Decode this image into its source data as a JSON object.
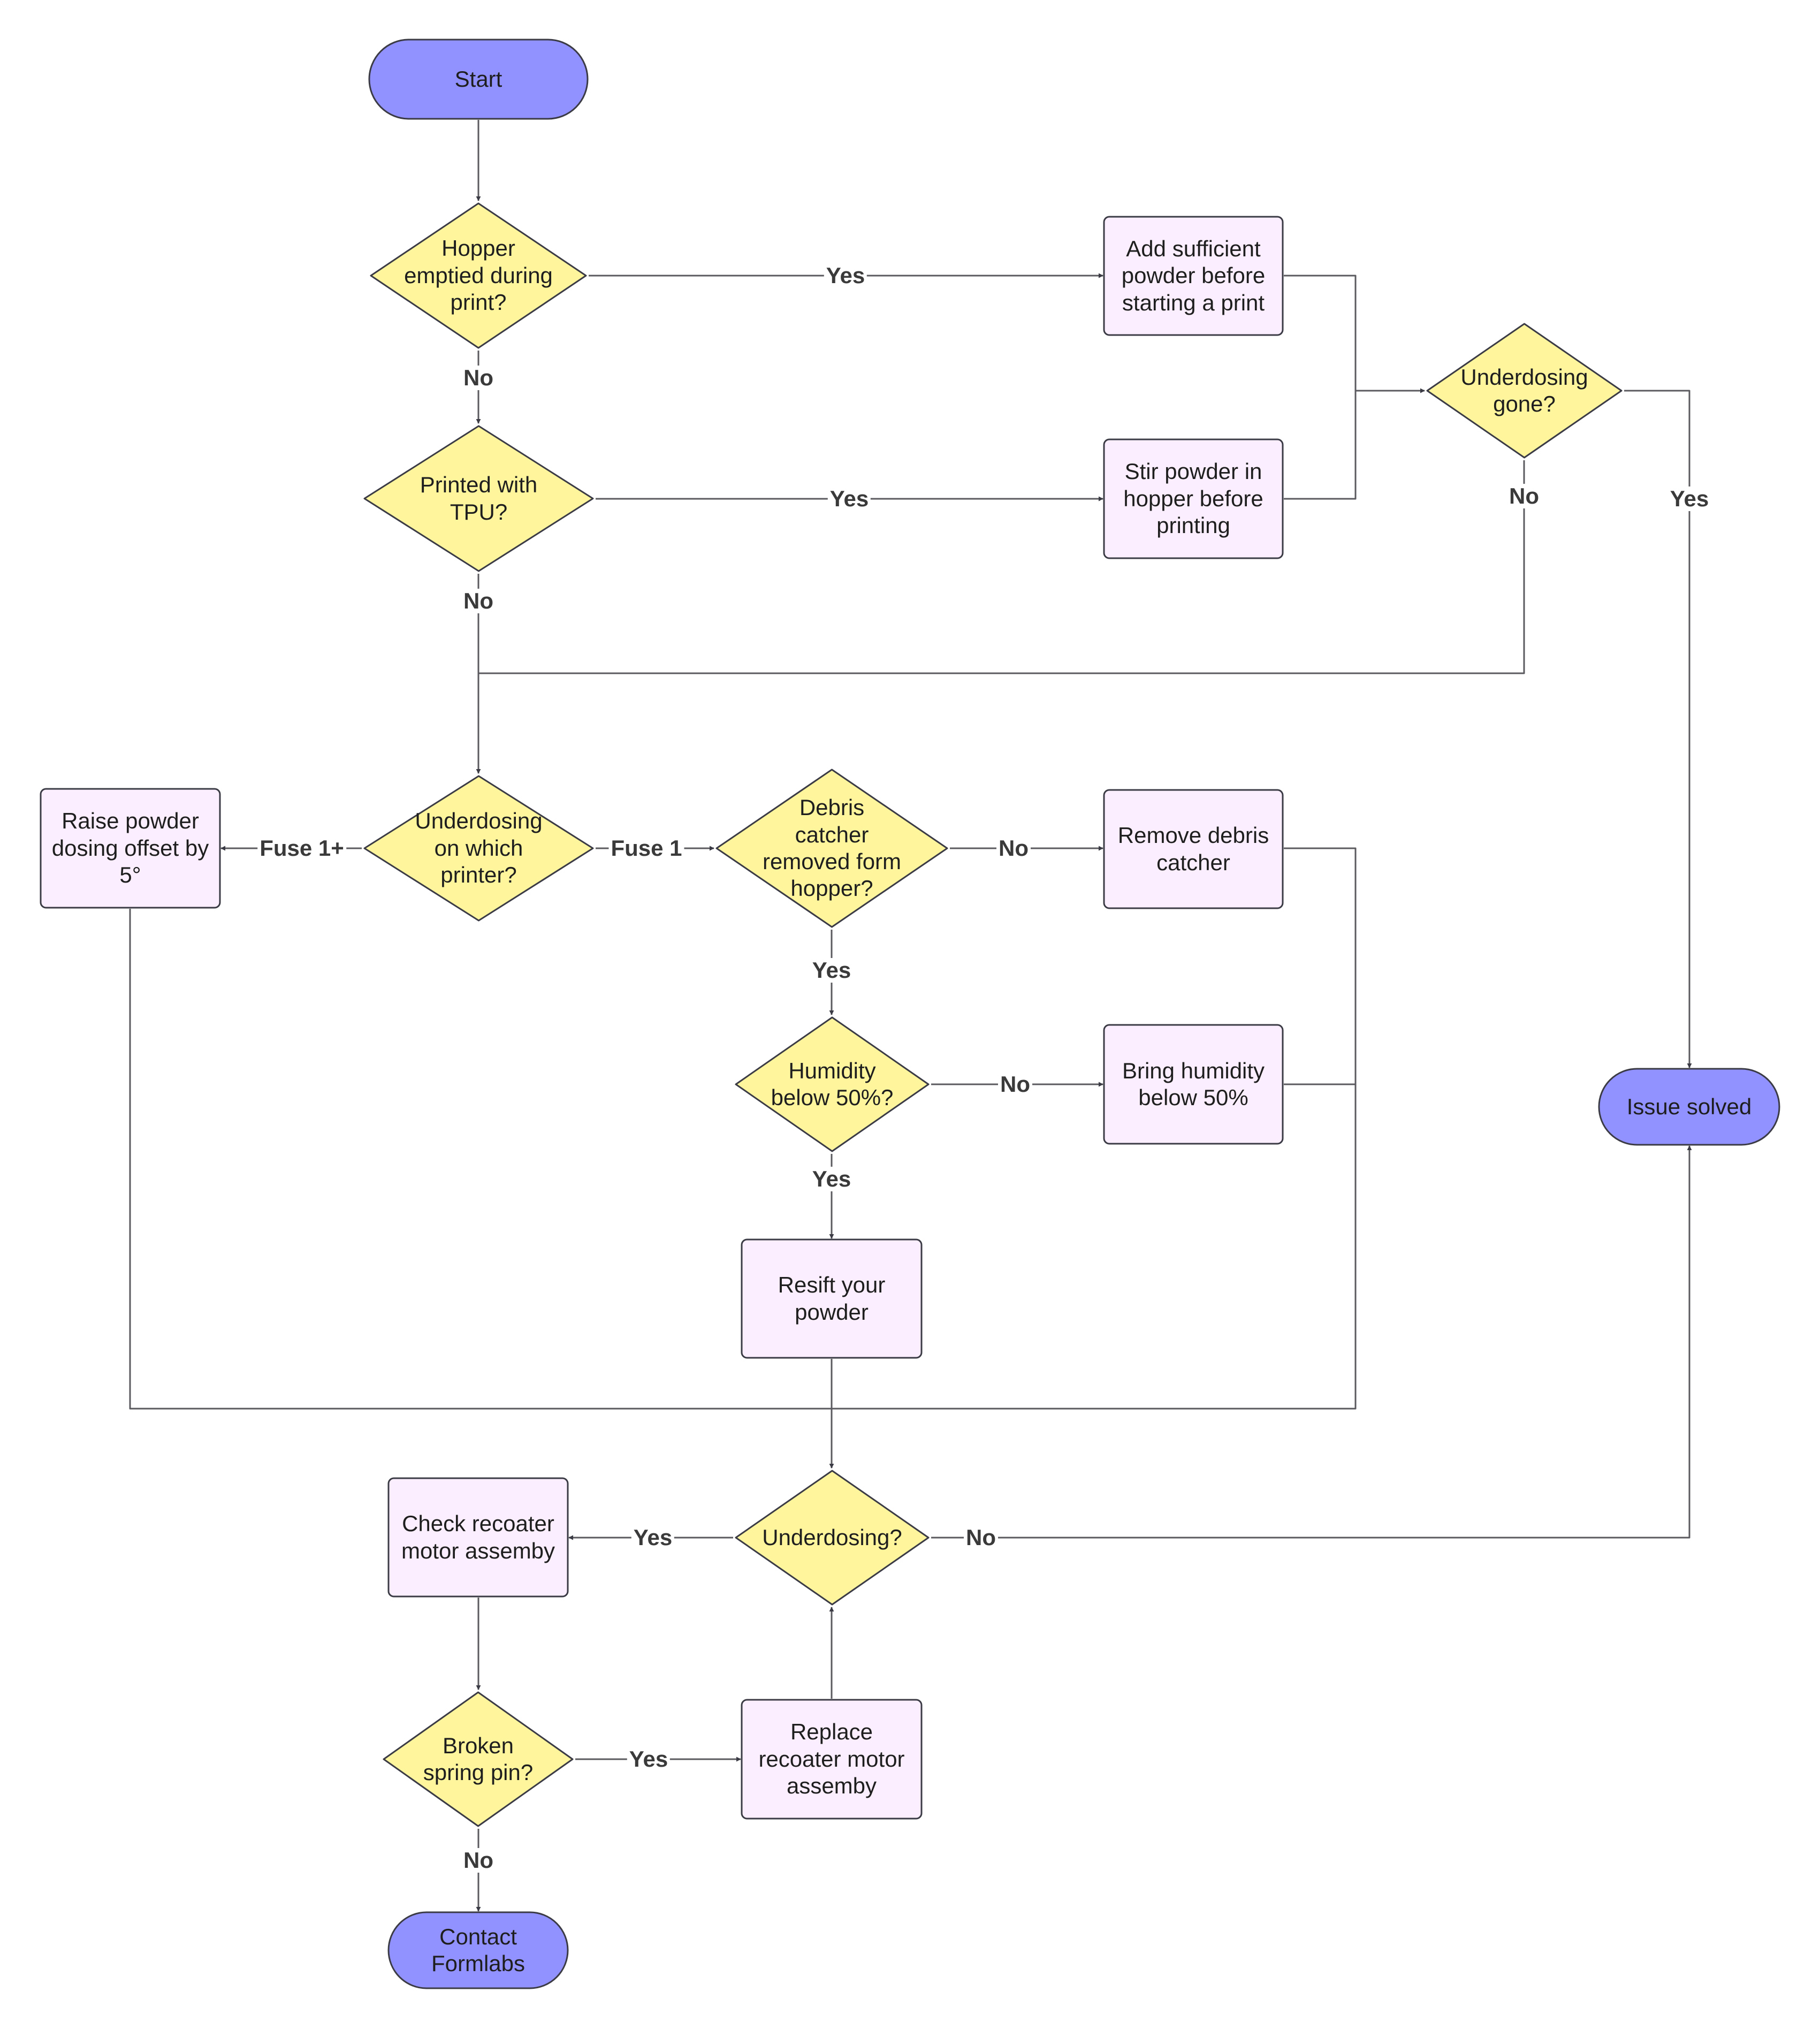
{
  "colors": {
    "terminal_fill": "#9191ff",
    "decision_fill": "#fff59d",
    "process_fill": "#fbefff",
    "stroke": "#3b3b45",
    "connector": "#5a5a5f"
  },
  "nodes": {
    "start": {
      "lines": [
        "Start"
      ]
    },
    "hopper_emptied": {
      "lines": [
        "Hopper",
        "emptied during",
        "print?"
      ]
    },
    "add_powder": {
      "lines": [
        "Add sufficient",
        "powder before",
        "starting a print"
      ]
    },
    "underdosing_gone": {
      "lines": [
        "Underdosing",
        "gone?"
      ]
    },
    "printed_tpu": {
      "lines": [
        "Printed with",
        "TPU?"
      ]
    },
    "stir_powder": {
      "lines": [
        "Stir powder in",
        "hopper before",
        "printing"
      ]
    },
    "which_printer": {
      "lines": [
        "Underdosing",
        "on which",
        "printer?"
      ]
    },
    "raise_offset": {
      "lines": [
        "Raise powder",
        "dosing offset by",
        "5°"
      ]
    },
    "debris_removed": {
      "lines": [
        "Debris",
        "catcher",
        "removed form",
        "hopper?"
      ]
    },
    "remove_debris": {
      "lines": [
        "Remove debris",
        "catcher"
      ]
    },
    "humidity": {
      "lines": [
        "Humidity",
        "below 50%?"
      ]
    },
    "bring_humidity": {
      "lines": [
        "Bring humidity",
        "below 50%"
      ]
    },
    "resift": {
      "lines": [
        "Resift your",
        "powder"
      ]
    },
    "issue_solved": {
      "lines": [
        "Issue solved"
      ]
    },
    "underdosing": {
      "lines": [
        "Underdosing?"
      ]
    },
    "check_recoater": {
      "lines": [
        "Check recoater",
        "motor assemby"
      ]
    },
    "broken_pin": {
      "lines": [
        "Broken",
        "spring pin?"
      ]
    },
    "replace_recoater": {
      "lines": [
        "Replace",
        "recoater motor",
        "assemby"
      ]
    },
    "contact": {
      "lines": [
        "Contact",
        "Formlabs"
      ]
    }
  },
  "edge_labels": {
    "hopper_yes": "Yes",
    "hopper_no": "No",
    "tpu_yes": "Yes",
    "tpu_no": "No",
    "gone_no": "No",
    "gone_yes": "Yes",
    "printer_fuse1plus": "Fuse 1+",
    "printer_fuse1": "Fuse 1",
    "debris_no": "No",
    "debris_yes": "Yes",
    "humidity_no": "No",
    "humidity_yes": "Yes",
    "underdosing_yes": "Yes",
    "underdosing_no": "No",
    "pin_yes": "Yes",
    "pin_no": "No"
  }
}
